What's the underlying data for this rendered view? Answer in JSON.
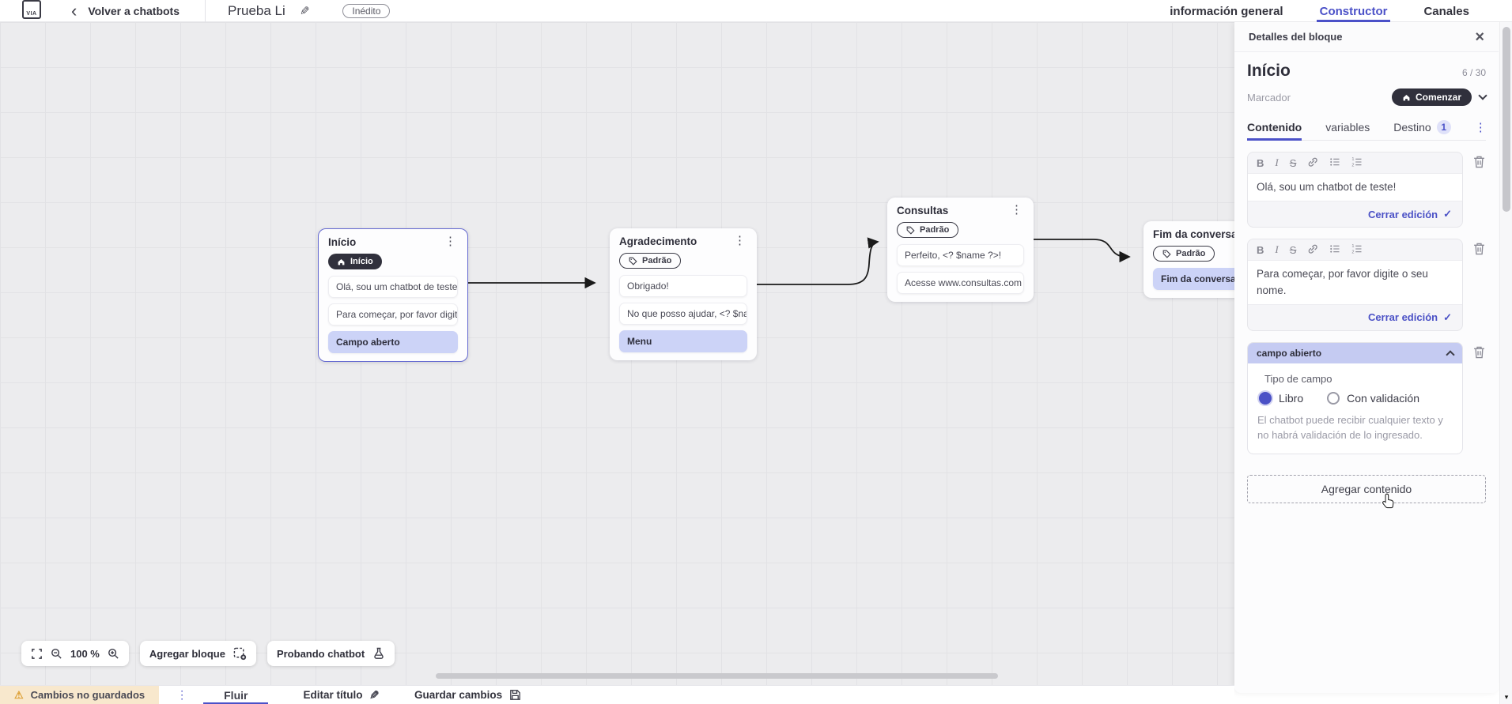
{
  "topbar": {
    "back_label": "Volver a chatbots",
    "doc_title": "Prueba Li",
    "status": "Inédito",
    "tabs": [
      {
        "label": "información general"
      },
      {
        "label": "Constructor"
      },
      {
        "label": "Canales"
      }
    ]
  },
  "canvas": {
    "zoom_level": "100 %",
    "add_block_label": "Agregar bloque",
    "test_label": "Probando chatbot",
    "blocks": [
      {
        "title": "Início",
        "tag": "Início",
        "items": [
          "Olá, sou um chatbot de teste!",
          "Para começar, por favor digite o ...",
          "Campo aberto"
        ]
      },
      {
        "title": "Agradecimento",
        "tag": "Padrão",
        "items": [
          "Obrigado!",
          "No que posso ajudar, <? $name ...",
          "Menu"
        ]
      },
      {
        "title": "Consultas",
        "tag": "Padrão",
        "items": [
          "Perfeito, <? $name ?>!",
          "Acesse www.consultas.com par..."
        ]
      },
      {
        "title": "Fim da conversa",
        "tag": "Padrão",
        "items": [
          "Fim da conversa"
        ]
      }
    ]
  },
  "panel": {
    "header": "Detalles del bloque",
    "block_name": "Início",
    "counter": "6 / 30",
    "marker_label": "Marcador",
    "marker_value": "Comenzar",
    "tabs": {
      "contenido": "Contenido",
      "variables": "variables",
      "destino": "Destino",
      "destino_badge": "1"
    },
    "editors": [
      {
        "text": "Olá, sou um chatbot de teste!",
        "close_label": "Cerrar edición"
      },
      {
        "text": "Para começar, por favor digite o seu nome.",
        "close_label": "Cerrar edición"
      }
    ],
    "open_field": {
      "header": "campo abierto",
      "type_label": "Tipo de campo",
      "option_free": "Libro",
      "option_validated": "Con validación",
      "helper": "El chatbot puede recibir cualquier texto y no habrá validación de lo ingresado."
    },
    "add_content_label": "Agregar contenido"
  },
  "bottombar": {
    "unsaved": "Cambios no guardados",
    "flow_tab": "Fluir",
    "edit_title": "Editar título",
    "save": "Guardar cambios"
  },
  "icons": {
    "back": "‹",
    "pencil": "✎",
    "close": "×",
    "check": "✓",
    "warning": "⚠",
    "kebab": "⋮",
    "scroll_down": "▾",
    "logo_text": "VIA"
  },
  "colors": {
    "accent": "#4b51c8",
    "dark_pill": "#30303c",
    "periwinkle": "#c5cbf2",
    "warning_bg": "#f8e8cd",
    "canvas_bg": "#ececee"
  }
}
